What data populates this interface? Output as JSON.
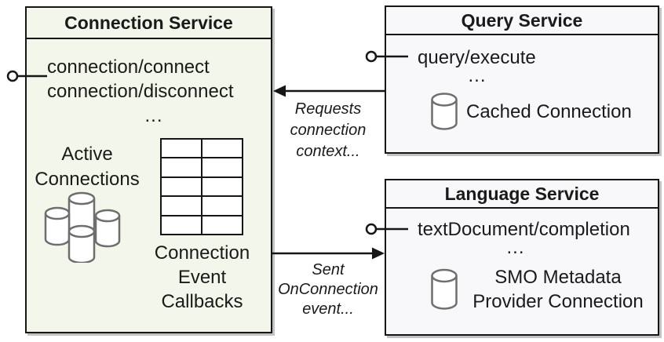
{
  "colors": {
    "connection_fill": "#f3f6ea",
    "service_fill": "#f8f8fa",
    "border": "#161616",
    "icon_stroke": "#6e6e6e",
    "text": "#1a1a1a"
  },
  "connection_service": {
    "title": "Connection Service",
    "methods": [
      "connection/connect",
      "connection/disconnect"
    ],
    "ellipsis": "...",
    "active_connections": [
      "Active",
      "Connections"
    ],
    "callbacks_caption": [
      "Connection",
      "Event",
      "Callbacks"
    ]
  },
  "query_service": {
    "title": "Query Service",
    "method": "query/execute",
    "ellipsis": "...",
    "cached_connection_label": "Cached Connection"
  },
  "language_service": {
    "title": "Language Service",
    "method": "textDocument/completion",
    "ellipsis": "...",
    "provider_connection_label": [
      "SMO Metadata",
      "Provider Connection"
    ]
  },
  "arrows": {
    "requests_label": [
      "Requests",
      "connection",
      "context..."
    ],
    "sent_label": [
      "Sent",
      "OnConnection",
      "event..."
    ]
  }
}
